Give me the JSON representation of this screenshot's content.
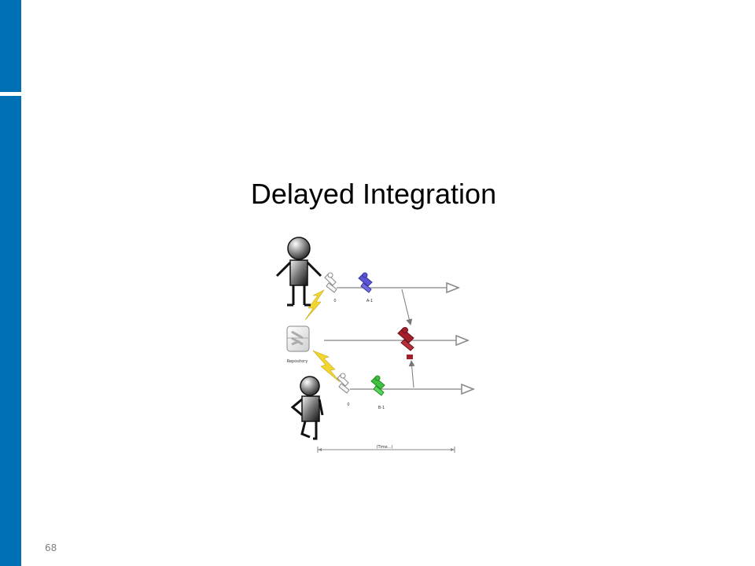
{
  "slide": {
    "title": "Delayed Integration",
    "page_number": "68",
    "accent_color": "#0070b4"
  },
  "diagram": {
    "repository_label": "Repository",
    "top_line": {
      "first_label": "0",
      "second_label": "A-1",
      "second_color": "#5a55d6"
    },
    "bottom_line": {
      "first_label": "0",
      "second_label": "B-1",
      "second_color": "#3ec23e"
    },
    "merge_color": "#a3202a",
    "time_label": "(Time...)",
    "lightning_color": "#f2d630"
  }
}
